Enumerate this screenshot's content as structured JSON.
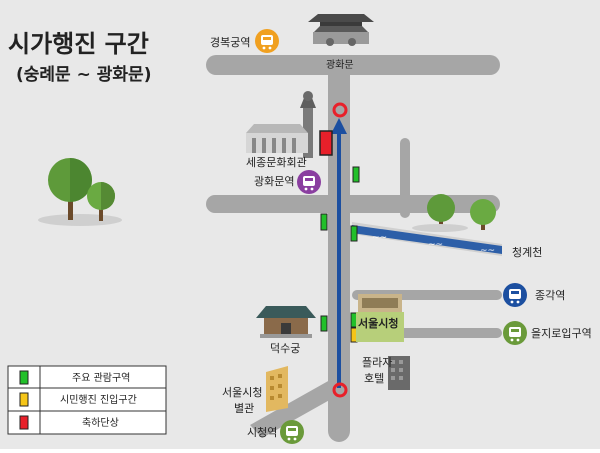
{
  "title": {
    "main": "시가행진 구간",
    "sub": "(숭례문 ~ 광화문)"
  },
  "places": {
    "gyeongbokgung_station": "경복궁역",
    "gwanghwamun": "광화문",
    "sejong_center": "세종문화회관",
    "gwanghwamun_station": "광화문역",
    "cheonggyecheon": "청계천",
    "jonggak_station": "종각역",
    "seoul_city_hall": "서울시청",
    "euljiro1ga_station": "을지로입구역",
    "deoksugung": "덕수궁",
    "plaza_hotel_1": "플라자",
    "plaza_hotel_2": "호텔",
    "city_hall_annex_1": "서울시청",
    "city_hall_annex_2": "별관",
    "city_hall_station": "시청역"
  },
  "legend": {
    "items": [
      {
        "label": "주요 관람구역",
        "color": "#22c02a"
      },
      {
        "label": "시민행진 진입구간",
        "color": "#f5c518"
      },
      {
        "label": "축하단상",
        "color": "#e8202a"
      }
    ]
  },
  "colors": {
    "road": "#a6a6a6",
    "route": "#1c4fa0",
    "river": "#2d5fa8",
    "station_orange": "#f0a020",
    "station_purple": "#8a3ea0",
    "station_blue": "#1c4fa0",
    "station_green": "#6a9a3a"
  },
  "icons": {
    "station": "train-icon",
    "marker": "circle-marker-icon",
    "tree": "tree-icon"
  }
}
